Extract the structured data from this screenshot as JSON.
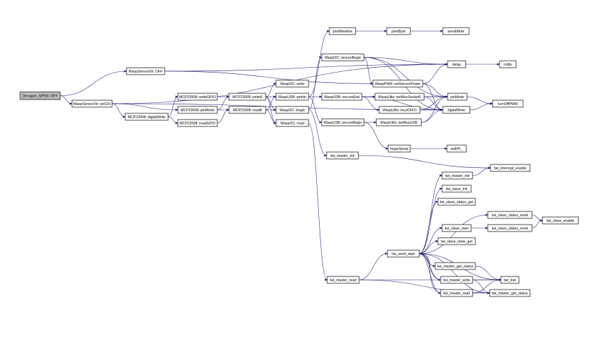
{
  "graph": {
    "root": "Decagon_MPS6::OFF",
    "nodes": [
      {
        "id": "root",
        "label": "Decagon_MPS6::OFF"
      },
      {
        "id": "sxOFF",
        "label": "WaspSensorXtr::OFF"
      },
      {
        "id": "set12v",
        "label": "WaspSensorXtr::set12v"
      },
      {
        "id": "mcpDW",
        "label": "MCP23008::digitalWrite"
      },
      {
        "id": "mcpWGPIO",
        "label": "MCP23008::writeGPIO"
      },
      {
        "id": "mcpPM",
        "label": "MCP23008::pinMode"
      },
      {
        "id": "mcpRGPIO",
        "label": "MCP23008::readGPIO"
      },
      {
        "id": "mcpW8",
        "label": "MCP23008::write8"
      },
      {
        "id": "mcpR8",
        "label": "MCP23008::read8"
      },
      {
        "id": "i2cWrite",
        "label": "WaspI2C::write"
      },
      {
        "id": "usbPrintln",
        "label": "WaspUSB::println"
      },
      {
        "id": "i2cBegin",
        "label": "WaspI2C::begin"
      },
      {
        "id": "i2cRead",
        "label": "WaspI2C::read"
      },
      {
        "id": "printNL",
        "label": "printNewline"
      },
      {
        "id": "printByte",
        "label": "printByte"
      },
      {
        "id": "serialWrite",
        "label": "serialWrite"
      },
      {
        "id": "i2cSecBegin",
        "label": "WaspI2C::secureBegin"
      },
      {
        "id": "usbSecEnd",
        "label": "WaspUSB::secureEnd"
      },
      {
        "id": "usbSecBegin",
        "label": "WaspUSB::secureBegin"
      },
      {
        "id": "pwrSetSensor",
        "label": "WaspPWR::setSensorPower"
      },
      {
        "id": "utilSetMux0",
        "label": "WaspUtils::setMuxSocket0"
      },
      {
        "id": "utilMuxOFF0",
        "label": "WaspUtils::muxOFF0"
      },
      {
        "id": "utilSetMuxUSB",
        "label": "WaspUtils::setMuxUSB"
      },
      {
        "id": "delay",
        "label": "delay"
      },
      {
        "id": "millis",
        "label": "millis"
      },
      {
        "id": "pinMode",
        "label": "pinMode"
      },
      {
        "id": "digitalWrite",
        "label": "digitalWrite"
      },
      {
        "id": "turnOffPWM",
        "label": "turnOffPWM"
      },
      {
        "id": "beginSerial",
        "label": "beginSerial"
      },
      {
        "id": "setIPF",
        "label": "setIPF_"
      },
      {
        "id": "twiMasterInit",
        "label": "twi_master_init"
      },
      {
        "id": "twiIntEnable",
        "label": "twi_interrupt_enable"
      },
      {
        "id": "twiMasterInit2",
        "label": "twi_master_init"
      },
      {
        "id": "twiSlaveInit",
        "label": "twi_slave_init"
      },
      {
        "id": "twiSlaveStatusGet",
        "label": "twi_slave_status_get"
      },
      {
        "id": "twiSlaveStatusReset",
        "label": "twi_slave_status_reset"
      },
      {
        "id": "twiSlaveEnable",
        "label": "twi_slave_enable"
      },
      {
        "id": "twiSlaveStart",
        "label": "twi_slave_start"
      },
      {
        "id": "twiSlaveStatusReset2",
        "label": "twi_slave_status_reset"
      },
      {
        "id": "twiSlaveStateGet",
        "label": "twi_slave_state_get"
      },
      {
        "id": "twiSendStart",
        "label": "twi_send_start"
      },
      {
        "id": "twiMasterGetStatus",
        "label": "twi_master_get_status"
      },
      {
        "id": "twiMasterRead",
        "label": "twi_master_read"
      },
      {
        "id": "twiMasterWrite",
        "label": "twi_master_write"
      },
      {
        "id": "twiMasterRead2",
        "label": "twi_master_read"
      },
      {
        "id": "twiInst",
        "label": "twi_inst"
      },
      {
        "id": "twiMasterGetStatus2",
        "label": "twi_master_get_status"
      }
    ],
    "edges": [
      [
        "root",
        "sxOFF"
      ],
      [
        "root",
        "set12v"
      ],
      [
        "sxOFF",
        "delay"
      ],
      [
        "sxOFF",
        "pwrSetSensor"
      ],
      [
        "set12v",
        "mcpDW"
      ],
      [
        "set12v",
        "mcpPM"
      ],
      [
        "set12v",
        "delay"
      ],
      [
        "set12v",
        "digitalWrite"
      ],
      [
        "mcpDW",
        "mcpWGPIO"
      ],
      [
        "mcpDW",
        "mcpRGPIO"
      ],
      [
        "mcpWGPIO",
        "mcpW8"
      ],
      [
        "mcpPM",
        "mcpW8"
      ],
      [
        "mcpPM",
        "mcpR8"
      ],
      [
        "mcpRGPIO",
        "mcpR8"
      ],
      [
        "mcpW8",
        "i2cWrite"
      ],
      [
        "mcpW8",
        "usbPrintln"
      ],
      [
        "mcpW8",
        "i2cBegin"
      ],
      [
        "mcpW8",
        "i2cRead"
      ],
      [
        "mcpR8",
        "usbPrintln"
      ],
      [
        "mcpR8",
        "i2cBegin"
      ],
      [
        "mcpR8",
        "i2cRead"
      ],
      [
        "usbPrintln",
        "printNL"
      ],
      [
        "usbPrintln",
        "usbSecEnd"
      ],
      [
        "usbPrintln",
        "usbSecBegin"
      ],
      [
        "printNL",
        "printByte"
      ],
      [
        "printByte",
        "serialWrite"
      ],
      [
        "i2cBegin",
        "i2cSecBegin"
      ],
      [
        "i2cBegin",
        "twiMasterInit"
      ],
      [
        "i2cRead",
        "twiMasterRead"
      ],
      [
        "i2cSecBegin",
        "delay"
      ],
      [
        "i2cSecBegin",
        "pwrSetSensor"
      ],
      [
        "i2cSecBegin",
        "pinMode"
      ],
      [
        "i2cSecBegin",
        "digitalWrite"
      ],
      [
        "usbSecEnd",
        "utilSetMux0"
      ],
      [
        "usbSecEnd",
        "utilMuxOFF0"
      ],
      [
        "usbSecEnd",
        "pinMode"
      ],
      [
        "usbSecEnd",
        "digitalWrite"
      ],
      [
        "usbSecBegin",
        "utilSetMuxUSB"
      ],
      [
        "usbSecBegin",
        "beginSerial"
      ],
      [
        "pwrSetSensor",
        "delay"
      ],
      [
        "pwrSetSensor",
        "pinMode"
      ],
      [
        "pwrSetSensor",
        "digitalWrite"
      ],
      [
        "utilSetMux0",
        "pinMode"
      ],
      [
        "utilSetMux0",
        "digitalWrite"
      ],
      [
        "utilMuxOFF0",
        "pinMode"
      ],
      [
        "utilMuxOFF0",
        "digitalWrite"
      ],
      [
        "utilSetMuxUSB",
        "pinMode"
      ],
      [
        "utilSetMuxUSB",
        "digitalWrite"
      ],
      [
        "delay",
        "millis"
      ],
      [
        "pinMode",
        "turnOffPWM"
      ],
      [
        "digitalWrite",
        "turnOffPWM"
      ],
      [
        "beginSerial",
        "setIPF"
      ],
      [
        "twiMasterInit",
        "twiIntEnable"
      ],
      [
        "twiMasterRead",
        "twiSendStart"
      ],
      [
        "twiMasterRead",
        "twiInst"
      ],
      [
        "twiMasterRead",
        "twiMasterGetStatus2"
      ],
      [
        "twiSendStart",
        "twiMasterInit2"
      ],
      [
        "twiSendStart",
        "twiSlaveInit"
      ],
      [
        "twiSendStart",
        "twiSlaveStatusGet"
      ],
      [
        "twiSendStart",
        "twiSlaveStatusReset"
      ],
      [
        "twiSendStart",
        "twiSlaveStart"
      ],
      [
        "twiSendStart",
        "twiSlaveStateGet"
      ],
      [
        "twiSendStart",
        "twiMasterGetStatus"
      ],
      [
        "twiSendStart",
        "twiMasterWrite"
      ],
      [
        "twiSendStart",
        "twiMasterRead2"
      ],
      [
        "twiSendStart",
        "twiInst"
      ],
      [
        "twiSendStart",
        "twiMasterGetStatus2"
      ],
      [
        "twiMasterInit2",
        "twiIntEnable"
      ],
      [
        "twiSlaveStatusReset",
        "twiSlaveEnable"
      ],
      [
        "twiSlaveStart",
        "twiSlaveStatusReset2"
      ],
      [
        "twiSlaveStatusReset2",
        "twiSlaveEnable"
      ],
      [
        "twiMasterWrite",
        "twiSendStart"
      ],
      [
        "twiMasterWrite",
        "twiInst"
      ],
      [
        "twiMasterWrite",
        "twiMasterGetStatus2"
      ],
      [
        "twiMasterRead2",
        "twiSendStart"
      ],
      [
        "twiMasterRead2",
        "twiInst"
      ],
      [
        "twiMasterRead2",
        "twiMasterGetStatus2"
      ],
      [
        "twiMasterGetStatus",
        "twiInst"
      ]
    ]
  }
}
